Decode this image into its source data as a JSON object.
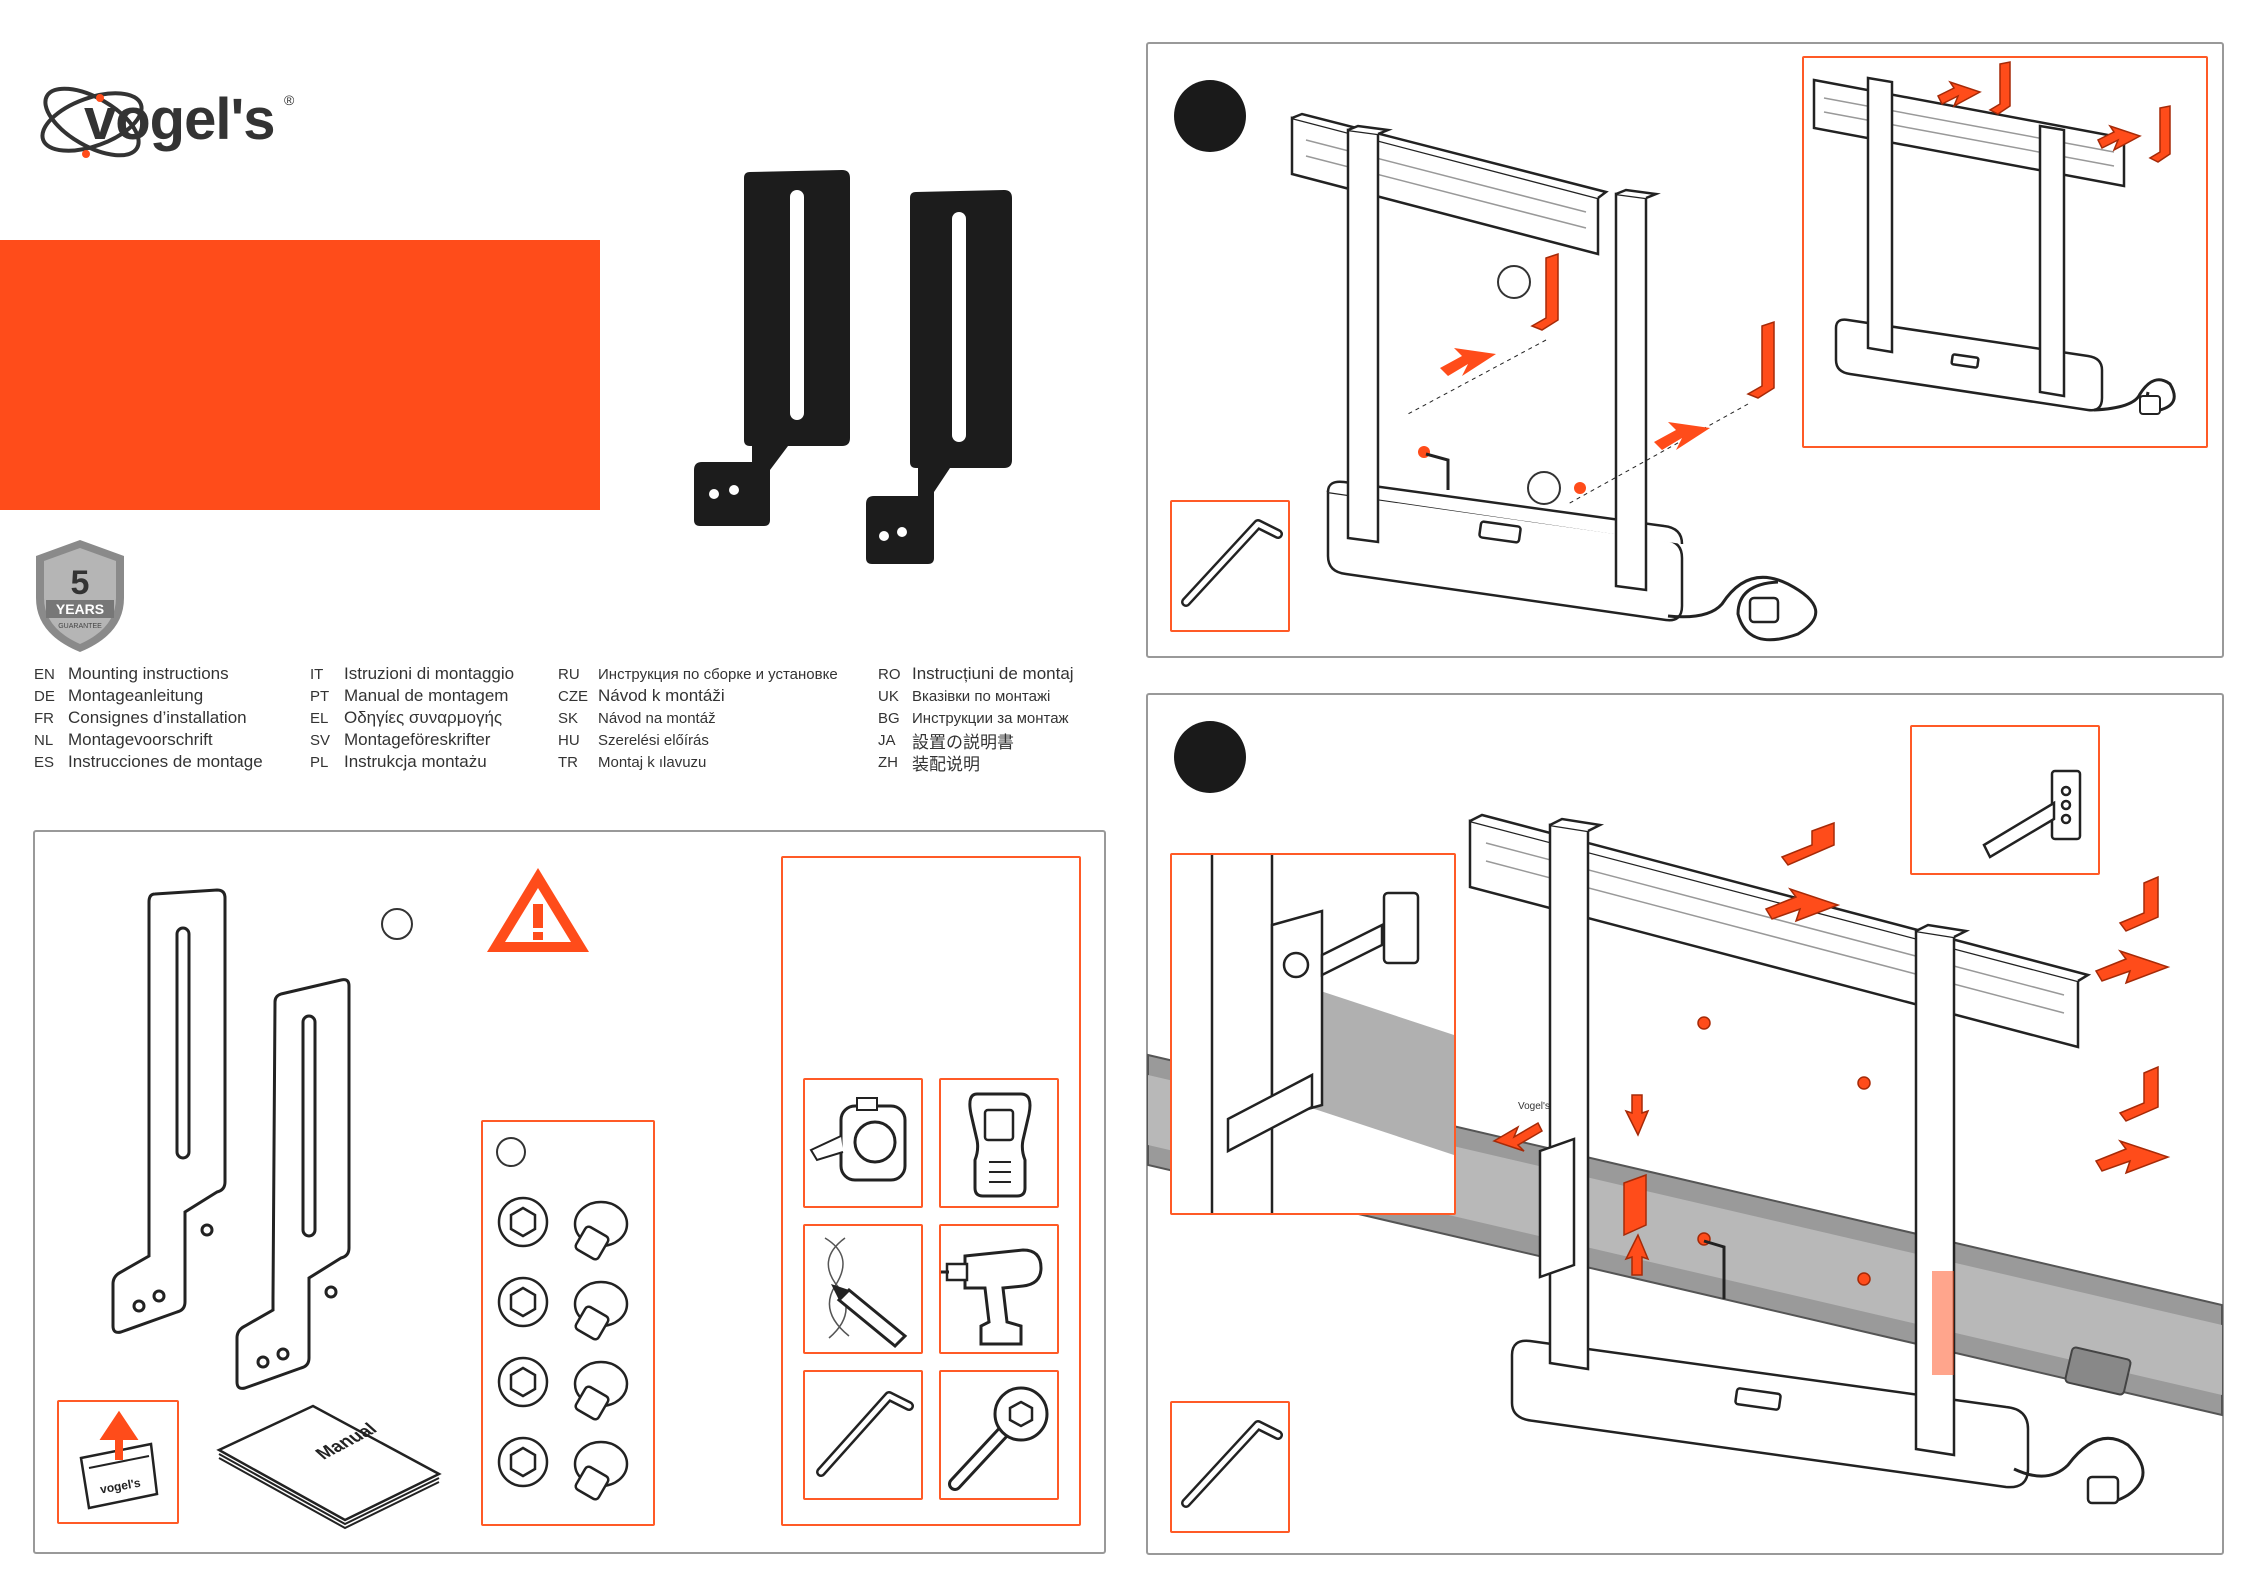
{
  "brand": {
    "name": "vogel's",
    "registered": "®"
  },
  "guarantee": {
    "number": "5",
    "label": "YEARS",
    "sub": "GUARANTEE"
  },
  "languages": [
    [
      {
        "code": "EN",
        "name": "Mounting instructions"
      },
      {
        "code": "DE",
        "name": "Montageanleitung"
      },
      {
        "code": "FR",
        "name": "Consignes d’installation"
      },
      {
        "code": "NL",
        "name": "Montagevoorschrift"
      },
      {
        "code": "ES",
        "name": "Instrucciones de montage"
      }
    ],
    [
      {
        "code": "IT",
        "name": "Istruzioni di montaggio"
      },
      {
        "code": "PT",
        "name": "Manual de montagem"
      },
      {
        "code": "EL",
        "name": "Οδηγίες συναρμογής"
      },
      {
        "code": "SV",
        "name": "Montageföreskrifter"
      },
      {
        "code": "PL",
        "name": "Instrukcja montażu"
      }
    ],
    [
      {
        "code": "RU",
        "name": "Инструкция по сборке и установке"
      },
      {
        "code": "CZE",
        "name": "Návod k montáži"
      },
      {
        "code": "SK",
        "name": "Návod na montáž"
      },
      {
        "code": "HU",
        "name": "Szerelési előírás"
      },
      {
        "code": "TR",
        "name": "Montaj k ılavuzu"
      }
    ],
    [
      {
        "code": "RO",
        "name": "Instrucțiuni de montaj"
      },
      {
        "code": "UK",
        "name": "Вказівки по монтажі"
      },
      {
        "code": "BG",
        "name": "Инструкции за монтаж"
      },
      {
        "code": "JA",
        "name": "設置の説明書"
      },
      {
        "code": "ZH",
        "name": "装配说明"
      }
    ]
  ],
  "manual_label": "Manual",
  "box_brand": "vogel's",
  "base_brand": "Vogel's",
  "colors": {
    "accent": "#ff4c1a",
    "line": "#222222",
    "panel_border": "#999999"
  },
  "icons": [
    "warning-icon",
    "tape-measure-icon",
    "stud-finder-icon",
    "drill-icon",
    "pencil-icon",
    "hex-key-icon",
    "socket-wrench-icon"
  ]
}
